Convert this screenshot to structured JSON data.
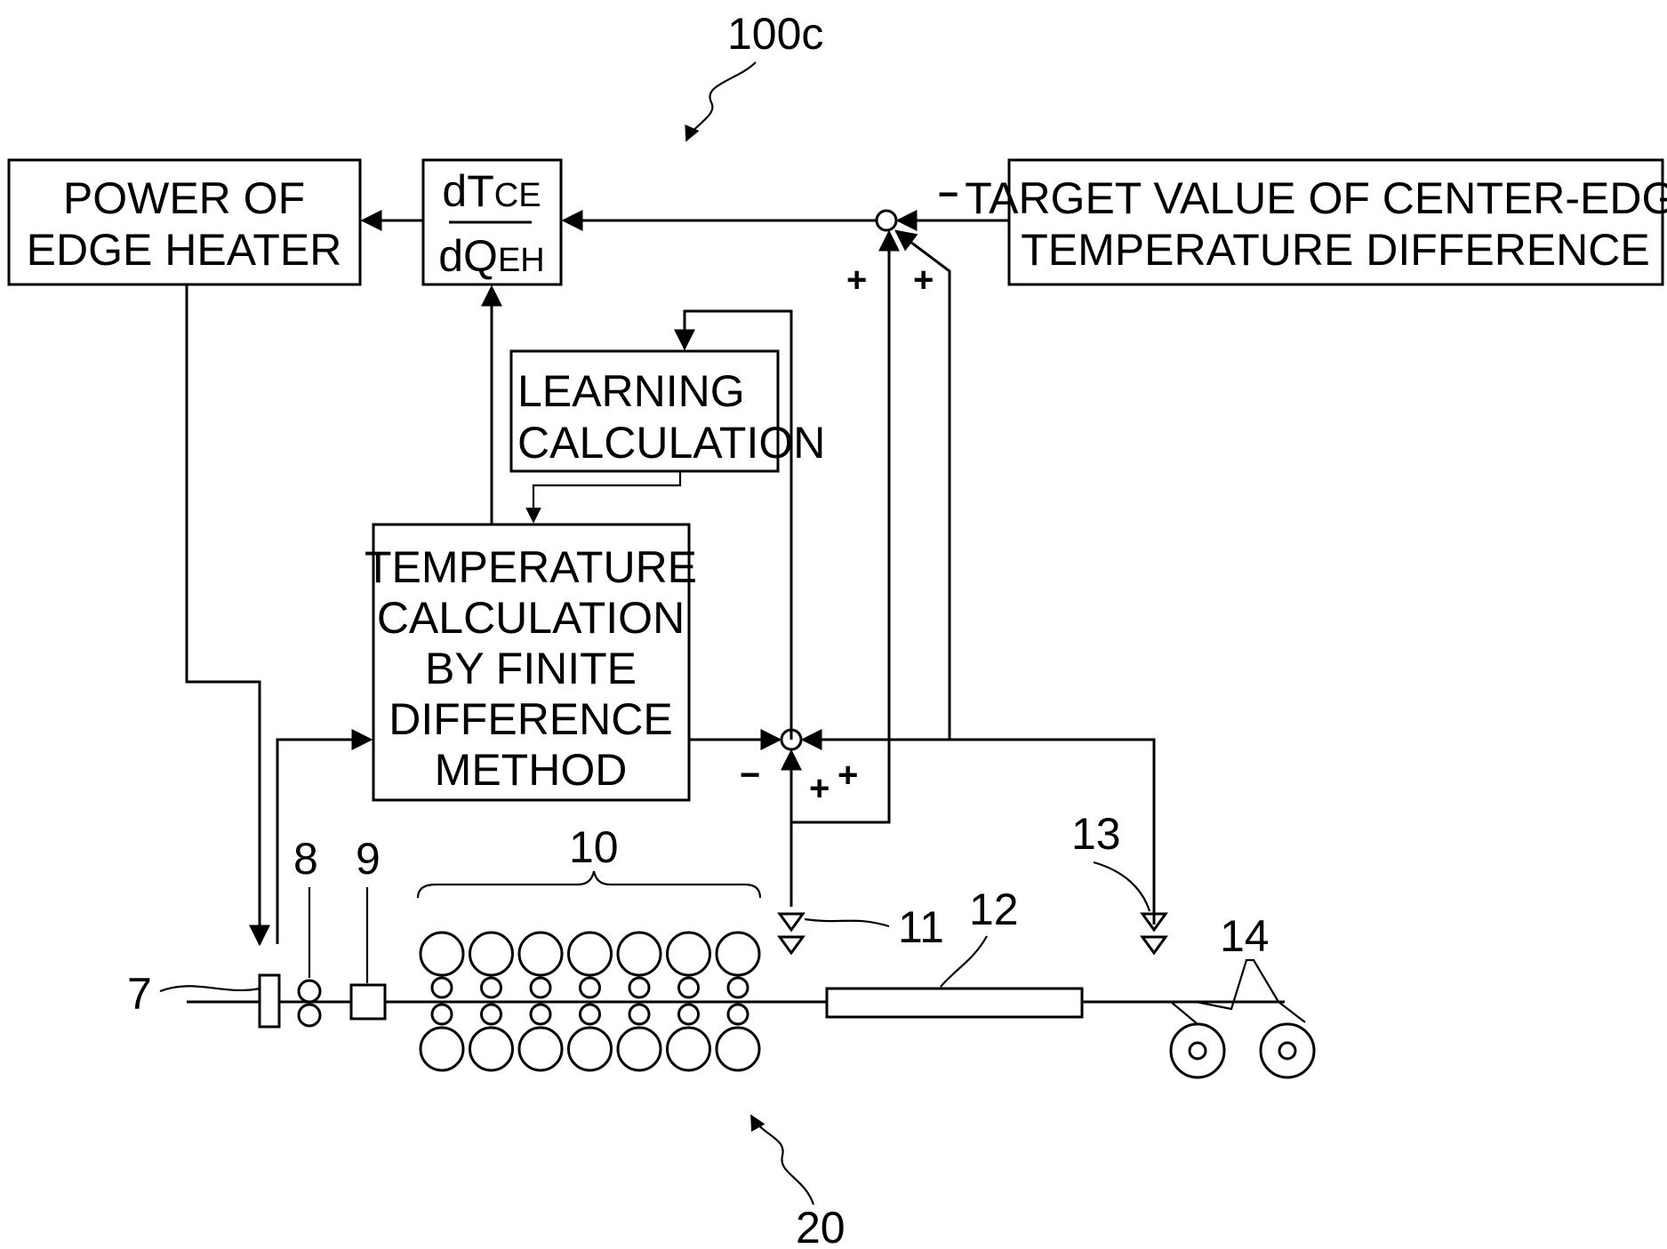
{
  "labels": {
    "figure_ref": "100c",
    "system_ref": "20",
    "ref_7": "7",
    "ref_8": "8",
    "ref_9": "9",
    "ref_10": "10",
    "ref_11": "11",
    "ref_12": "12",
    "ref_13": "13",
    "ref_14": "14"
  },
  "blocks": {
    "edge_heater_power": {
      "line1": "POWER OF",
      "line2": "EDGE HEATER"
    },
    "sensitivity": {
      "numerator_main": "dT",
      "numerator_sub": "CE",
      "denominator_main": "dQ",
      "denominator_sub": "EH"
    },
    "target_value": {
      "line1": "TARGET VALUE OF CENTER-EDGE",
      "line2": "TEMPERATURE DIFFERENCE"
    },
    "learning": {
      "line1": "LEARNING",
      "line2": "CALCULATION"
    },
    "temperature_calc": {
      "line1": "TEMPERATURE",
      "line2": "CALCULATION",
      "line3": "BY FINITE",
      "line4": "DIFFERENCE",
      "line5": "METHOD"
    }
  },
  "signs": {
    "top_junction_minus": "−",
    "top_junction_plus_left": "+",
    "top_junction_plus_right": "+",
    "mid_junction_minus": "−",
    "mid_junction_plus_1": "+",
    "mid_junction_plus_2": "+"
  }
}
